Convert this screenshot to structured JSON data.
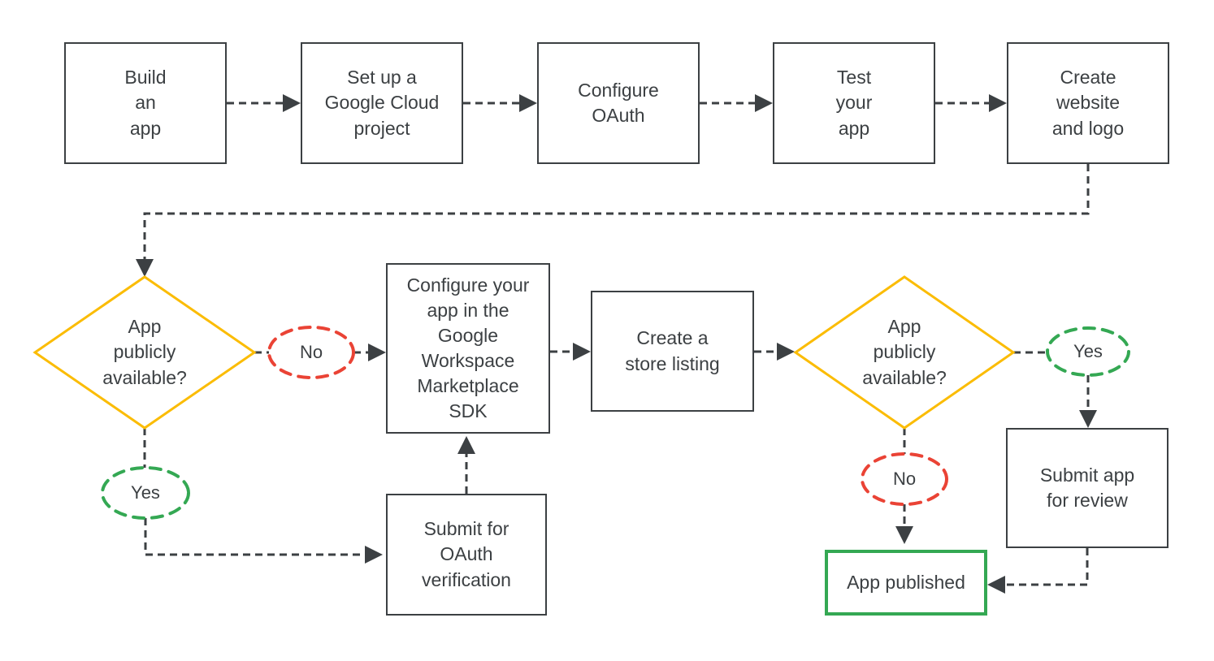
{
  "diagram": {
    "type": "flowchart",
    "process": {
      "build": "Build\nan\napp",
      "cloud_project": "Set up a\nGoogle Cloud\nproject",
      "configure_oauth": "Configure\nOAuth",
      "test_app": "Test\nyour\napp",
      "website_logo": "Create\nwebsite\nand logo",
      "marketplace_sdk": "Configure your\napp in the\nGoogle\nWorkspace\nMarketplace\nSDK",
      "store_listing": "Create a\nstore listing",
      "oauth_verification": "Submit for\nOAuth\nverification",
      "submit_review": "Submit app\nfor review",
      "app_published": "App published"
    },
    "decisions": {
      "first": "App\npublicly\navailable?",
      "second": "App\npublicly\navailable?"
    },
    "edge_labels": {
      "no1": "No",
      "yes1": "Yes",
      "yes2": "Yes",
      "no2": "No"
    }
  },
  "colors": {
    "outline": "#3C4043",
    "text": "#3C4043",
    "decision": "#FBBC04",
    "no": "#EA4335",
    "yes": "#34A853",
    "background": "#FFFFFF"
  }
}
